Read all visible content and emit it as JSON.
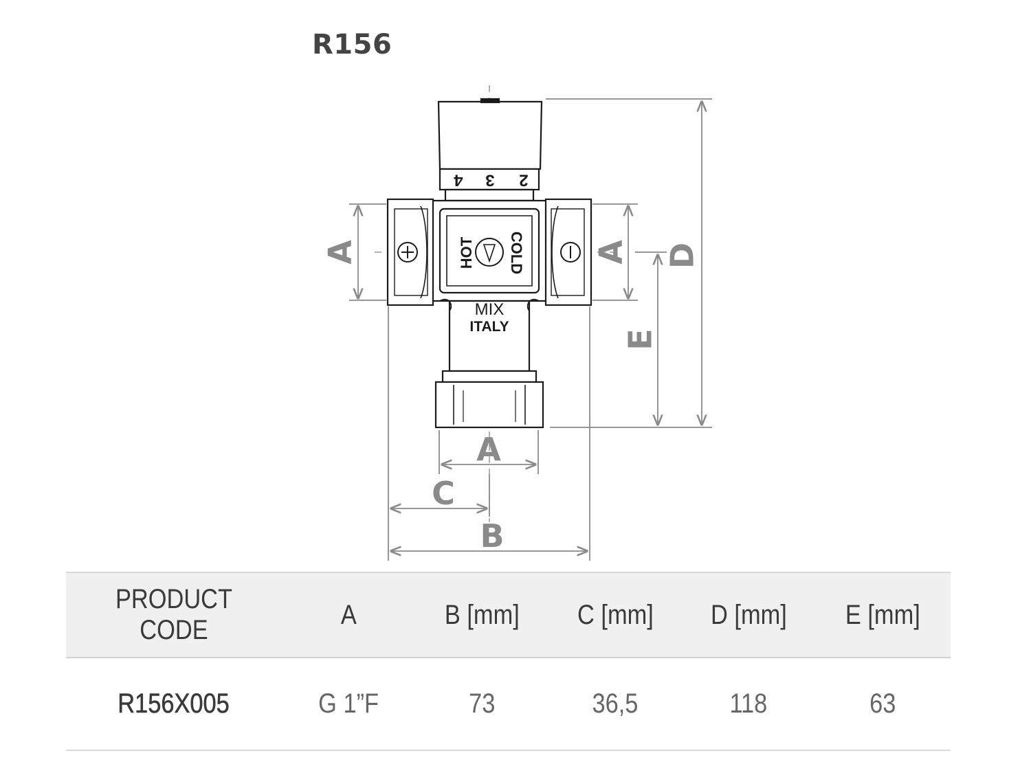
{
  "title": "R156",
  "drawing": {
    "body_marks": {
      "hot": "HOT",
      "cold": "COLD",
      "mix": "MIX",
      "origin": "ITALY",
      "dial": [
        "4",
        "3",
        "2"
      ]
    },
    "dimension_labels": {
      "a_left": "A",
      "a_right": "A",
      "a_bottom": "A",
      "b": "B",
      "c": "C",
      "d": "D",
      "e": "E"
    }
  },
  "table": {
    "headers": [
      "PRODUCT CODE",
      "A",
      "B [mm]",
      "C [mm]",
      "D [mm]",
      "E [mm]"
    ],
    "rows": [
      [
        "R156X005",
        "G 1”F",
        "73",
        "36,5",
        "118",
        "63"
      ]
    ]
  },
  "colors": {
    "ink": "#1a1a1a",
    "dimension": "#8a8a8a",
    "label": "#8a8a8a",
    "header_bg": "#f0f0f0"
  }
}
